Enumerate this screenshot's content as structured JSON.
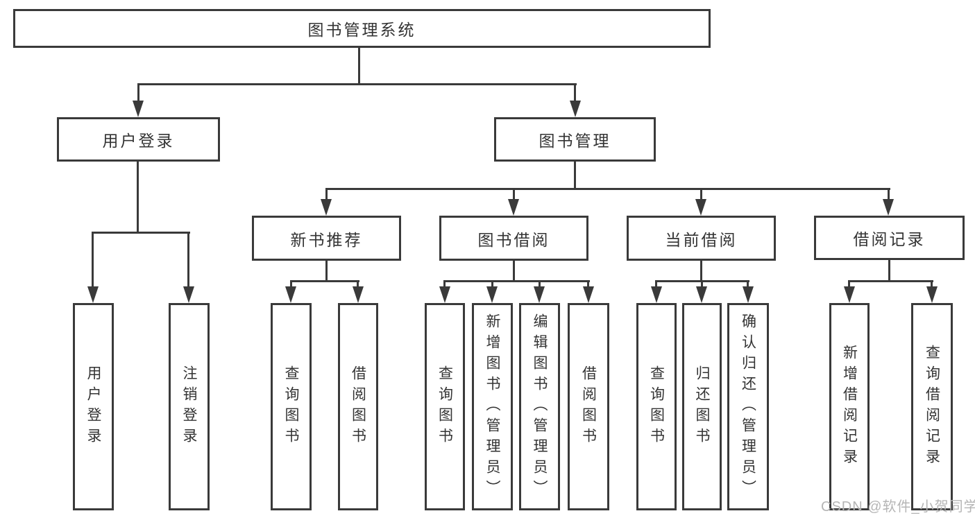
{
  "tree": {
    "root": {
      "label": "图书管理系统",
      "children": [
        {
          "label": "用户登录",
          "children": [
            {
              "label": "用户登录"
            },
            {
              "label": "注销登录"
            }
          ]
        },
        {
          "label": "图书管理",
          "children": [
            {
              "label": "新书推荐",
              "children": [
                {
                  "label": "查询图书"
                },
                {
                  "label": "借阅图书"
                }
              ]
            },
            {
              "label": "图书借阅",
              "children": [
                {
                  "label": "查询图书"
                },
                {
                  "label": "新增图书（管理员）"
                },
                {
                  "label": "编辑图书（管理员）"
                },
                {
                  "label": "借阅图书"
                }
              ]
            },
            {
              "label": "当前借阅",
              "children": [
                {
                  "label": "查询图书"
                },
                {
                  "label": "归还图书"
                },
                {
                  "label": "确认归还（管理员）"
                }
              ]
            },
            {
              "label": "借阅记录",
              "children": [
                {
                  "label": "新增借阅记录"
                },
                {
                  "label": "查询借阅记录"
                }
              ]
            }
          ]
        }
      ]
    }
  },
  "watermark": {
    "text": "CSDN @软件_小贺同学"
  },
  "colors": {
    "line": "#3a3a3a",
    "box_border": "#3a3a3a",
    "box_fill": "#ffffff",
    "text": "#333333",
    "watermark_text": "#b5b5b5",
    "background": "#ffffff"
  }
}
